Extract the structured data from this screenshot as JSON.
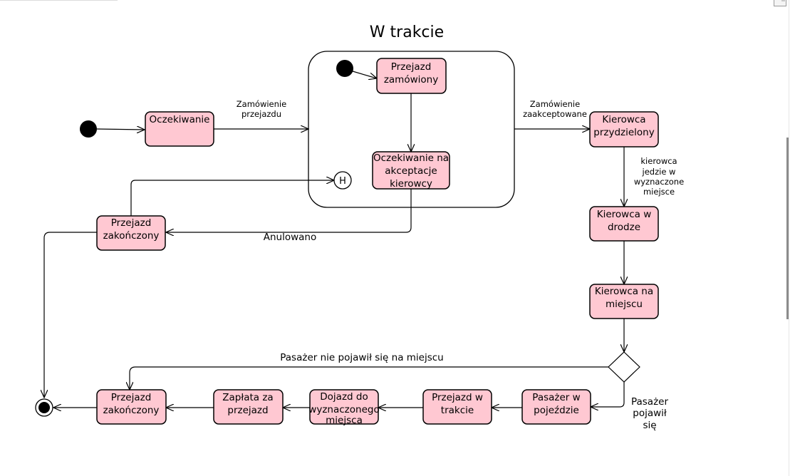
{
  "composite": {
    "title": "W trakcie"
  },
  "states": {
    "oczekiwanie": "Oczekiwanie",
    "przejazd_zamowiony": [
      "Przejazd",
      "zamówiony"
    ],
    "oczekiwanie_akceptacja": [
      "Oczekiwanie na",
      "akceptacje",
      "kierowcy"
    ],
    "przejazd_zakonczony_anul": [
      "Przejazd",
      "zakończony"
    ],
    "kierowca_przydzielony": [
      "Kierowca",
      "przydzielony"
    ],
    "kierowca_w_drodze": [
      "Kierowca w",
      "drodze"
    ],
    "kierowca_na_miejscu": [
      "Kierowca na",
      "miejscu"
    ],
    "pasazer_w_pojezdzie": [
      "Pasażer w",
      "pojeździe"
    ],
    "przejazd_w_trakcie": [
      "Przejazd w",
      "trakcie"
    ],
    "dojazd": [
      "Dojazd do",
      "wyznaczonego",
      "miejsca"
    ],
    "zaplata": [
      "Zapłata za",
      "przejazd"
    ],
    "przejazd_zakonczony": [
      "Przejazd",
      "zakończony"
    ]
  },
  "history_marker": "H",
  "transitions": {
    "zamowienie_przejazdu": [
      "Zamówienie",
      "przejazdu"
    ],
    "zamowienie_zaakceptowane": [
      "Zamówienie",
      "zaakceptowane"
    ],
    "kierowca_jedzie": [
      "kierowca",
      "jedzie w",
      "wyznaczone",
      "miejsce"
    ],
    "anulowano": "Anulowano",
    "pasazer_nie_pojawil": "Pasażer nie pojawił się na miejscu",
    "pasazer_pojawil": [
      "Pasażer",
      "pojawił",
      "się"
    ]
  },
  "colors": {
    "state_fill": "#ffc8d2",
    "stroke": "#000000",
    "background": "#ffffff"
  }
}
